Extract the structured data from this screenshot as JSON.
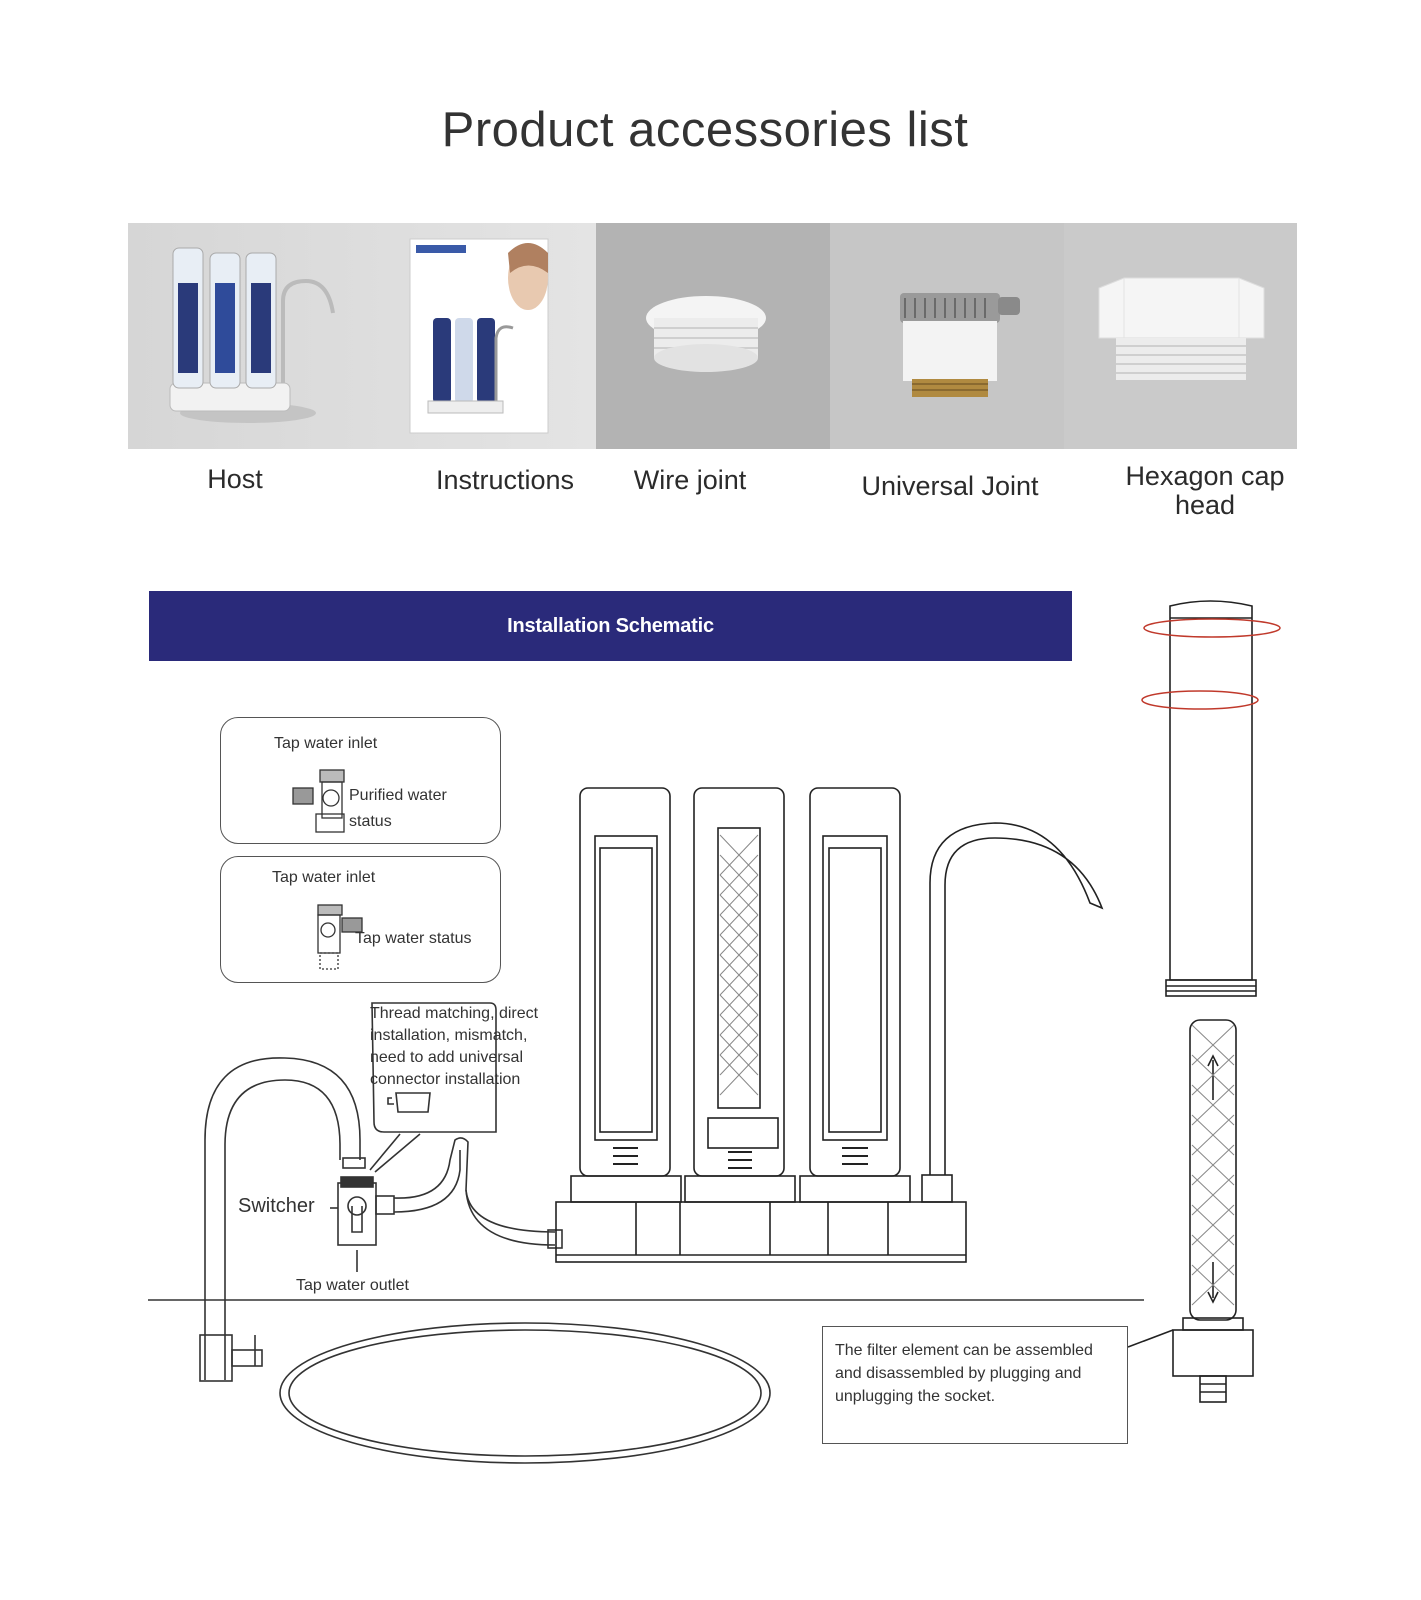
{
  "page": {
    "title": "Product accessories list"
  },
  "accessories": [
    {
      "label": "Host"
    },
    {
      "label": "Instructions"
    },
    {
      "label": "Wire joint"
    },
    {
      "label": "Universal Joint"
    },
    {
      "label": "Hexagon cap head"
    }
  ],
  "schematic": {
    "banner": "Installation Schematic",
    "box1": {
      "inlet": "Tap water inlet",
      "status_line1": "Purified water",
      "status_line2": "status"
    },
    "box2": {
      "inlet": "Tap water inlet",
      "status": "Tap water status"
    },
    "thread_note": "Thread matching, direct installation, mismatch, need to add universal connector installation",
    "switcher": "Switcher",
    "outlet": "Tap water outlet",
    "filter_note": "The filter element can be assembled and disassembled by plugging and unplugging the socket."
  }
}
